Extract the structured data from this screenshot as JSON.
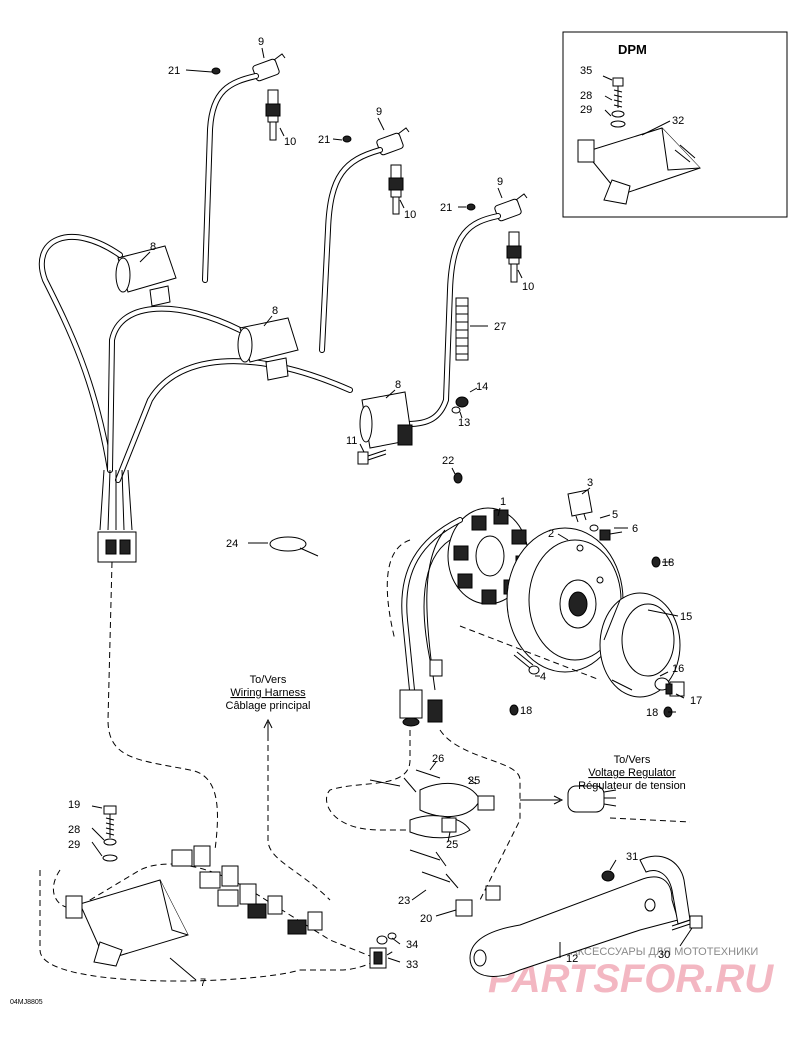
{
  "callouts": [
    {
      "text": "9"
    },
    {
      "text": "21"
    },
    {
      "text": "10"
    },
    {
      "text": "9"
    },
    {
      "text": "21"
    },
    {
      "text": "10"
    },
    {
      "text": "9"
    },
    {
      "text": "21"
    },
    {
      "text": "10"
    },
    {
      "text": "8"
    },
    {
      "text": "8"
    },
    {
      "text": "8"
    },
    {
      "text": "27"
    },
    {
      "text": "14"
    },
    {
      "text": "13"
    },
    {
      "text": "11"
    },
    {
      "text": "22"
    },
    {
      "text": "1"
    },
    {
      "text": "3"
    },
    {
      "text": "5"
    },
    {
      "text": "6"
    },
    {
      "text": "2"
    },
    {
      "text": "18"
    },
    {
      "text": "15"
    },
    {
      "text": "24"
    },
    {
      "text": "4"
    },
    {
      "text": "18"
    },
    {
      "text": "16"
    },
    {
      "text": "17"
    },
    {
      "text": "18"
    },
    {
      "text": "26"
    },
    {
      "text": "25"
    },
    {
      "text": "25"
    },
    {
      "text": "19"
    },
    {
      "text": "28"
    },
    {
      "text": "29"
    },
    {
      "text": "23"
    },
    {
      "text": "20"
    },
    {
      "text": "31"
    },
    {
      "text": "12"
    },
    {
      "text": "34"
    },
    {
      "text": "33"
    },
    {
      "text": "30"
    },
    {
      "text": "7"
    },
    {
      "text": "35"
    },
    {
      "text": "28"
    },
    {
      "text": "29"
    },
    {
      "text": "32"
    }
  ],
  "dpm_title": "DPM",
  "wiring_harness": [
    "To/Vers",
    "Wiring Harness",
    "Câblage principal"
  ],
  "voltage_regulator": [
    "To/Vers",
    "Voltage Regulator",
    "Régulateur de tension"
  ],
  "drawing_code": "04MJ8805",
  "watermark": {
    "small": "ЗАПЧАСТИ И АКСЕССУАРЫ ДЛЯ МОТОТЕХНИКИ",
    "big": "PARTSFOR.RU",
    "color": "#f3b7c2"
  }
}
